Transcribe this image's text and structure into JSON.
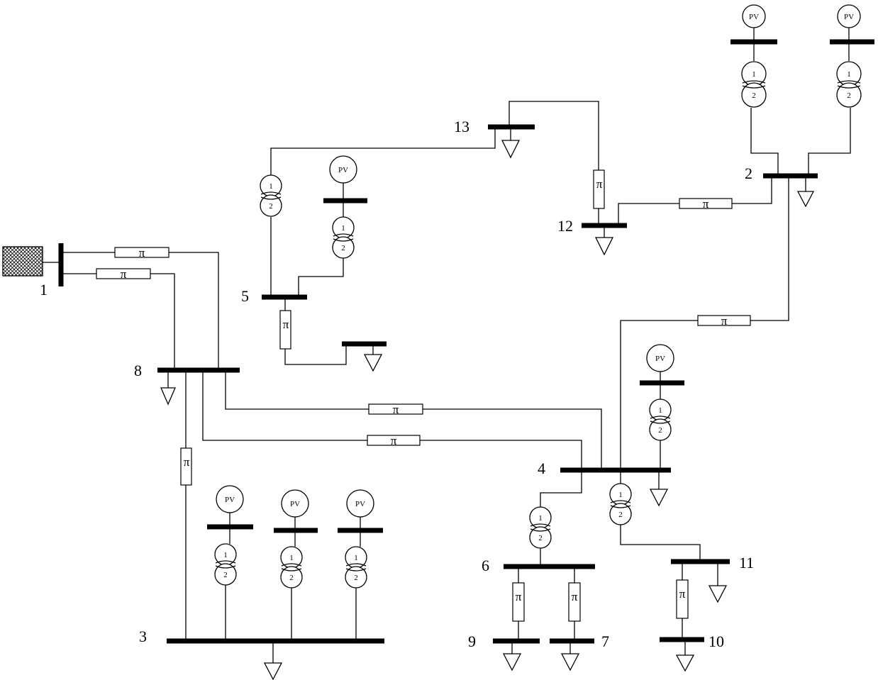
{
  "buses": {
    "b1": "1",
    "b2": "2",
    "b3": "3",
    "b4": "4",
    "b5": "5",
    "b6": "6",
    "b7": "7",
    "b8": "8",
    "b9": "9",
    "b10": "10",
    "b11": "11",
    "b12": "12",
    "b13": "13"
  },
  "symbols": {
    "pv": "PV",
    "pi": "π",
    "winding1": "1",
    "winding2": "2"
  }
}
